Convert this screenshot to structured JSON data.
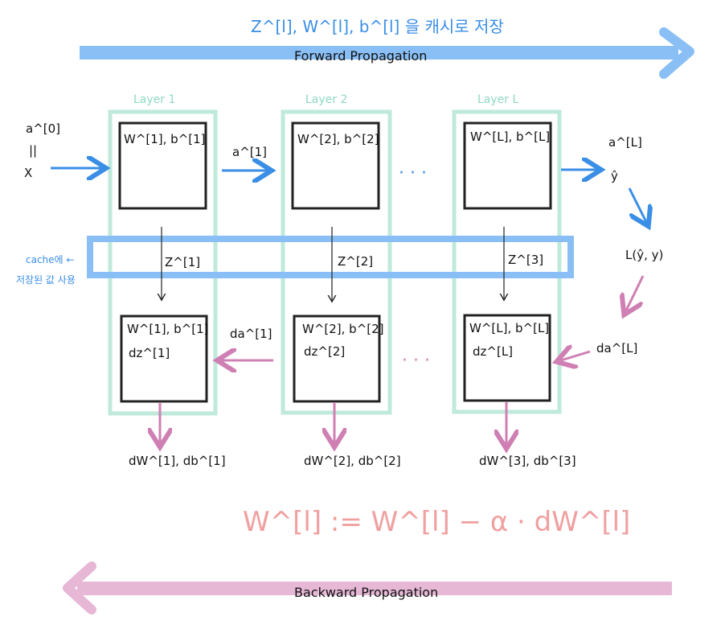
{
  "header": {
    "cache_note": "Z^[l], W^[l], b^[l] 을  캐시로 저장",
    "forward_label": "Forward Propagation"
  },
  "layers": [
    {
      "name": "Layer 1",
      "fwd_params": "W^[1], b^[1]",
      "z": "Z^[1]",
      "bwd_params": "W^[1], b^[1]",
      "bwd_dz": "dz^[1]",
      "grads": "dW^[1], db^[1]"
    },
    {
      "name": "Layer 2",
      "fwd_params": "W^[2], b^[2]",
      "z": "Z^[2]",
      "bwd_params": "W^[2], b^[2]",
      "bwd_dz": "dz^[2]",
      "grads": "dW^[2], db^[2]"
    },
    {
      "name": "Layer L",
      "fwd_params": "W^[L], b^[L]",
      "z": "Z^[3]",
      "bwd_params": "W^[L], b^[L]",
      "bwd_dz": "dz^[L]",
      "grads": "dW^[3], db^[3]"
    }
  ],
  "inputs": {
    "a0": "a^[0]",
    "eq": "||",
    "x": "X"
  },
  "forward_links": {
    "a1": "a^[1]",
    "dots": "· · ·"
  },
  "output": {
    "aL": "a^[L]",
    "yhat": "ŷ",
    "loss": "L(ŷ, y)",
    "daL": "da^[L]"
  },
  "backward_links": {
    "da1": "da^[1]",
    "dots": "· · ·"
  },
  "cache_side_note": {
    "line1": "cache에 ←",
    "line2": "저장된 값 사용"
  },
  "update_rule": "W^[l] := W^[l] − α · dW^[l]",
  "footer": {
    "backward_label": "Backward Propagation"
  },
  "colors": {
    "forward_arrow": "#89bff5",
    "backward_arrow": "#e6b8d6",
    "blue_ink": "#3a8ee6",
    "pink_ink": "#cf7fb3",
    "layer_frame": "#bfeadb",
    "update_text": "#f2a7a7"
  }
}
